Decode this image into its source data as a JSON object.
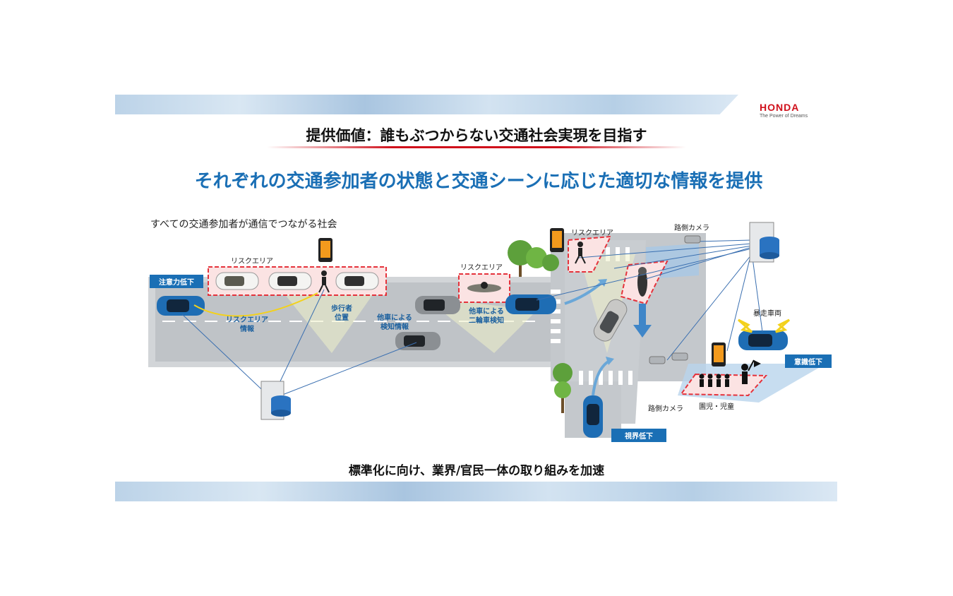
{
  "header": {
    "brand": "HONDA",
    "tagline": "The Power of Dreams",
    "title": "提供価値：誰もぶつからない交通社会実現を目指す",
    "subtitle": "それぞれの交通参加者の状態と交通シーンに応じた適切な情報を提供"
  },
  "diagram": {
    "caption": "すべての交通参加者が通信でつながる社会",
    "risk_area_1": "リスクエリア",
    "risk_area_2": "リスクエリア",
    "risk_area_3": "リスクエリア",
    "attention_down": "注意力低下",
    "risk_area_info": [
      "リスクエリア",
      "情報"
    ],
    "pedestrian_position": [
      "歩行者",
      "位置"
    ],
    "other_car_detect_info": [
      "他車による",
      "検知情報"
    ],
    "other_car_bike_detect": [
      "他車による",
      "二輪車検知"
    ],
    "roadside_camera_1": "路側カメラ",
    "roadside_camera_2": "路側カメラ",
    "reckless_vehicle": "暴走車両",
    "awareness_down": "意識低下",
    "visibility_down": "視界低下",
    "children": "園児・児童"
  },
  "footer": {
    "text": "標準化に向け、業界/官民一体の取り組みを加速"
  },
  "colors": {
    "accent_blue": "#1a6fb5",
    "brand_red": "#d0101b",
    "risk_red": "#e5323b"
  }
}
